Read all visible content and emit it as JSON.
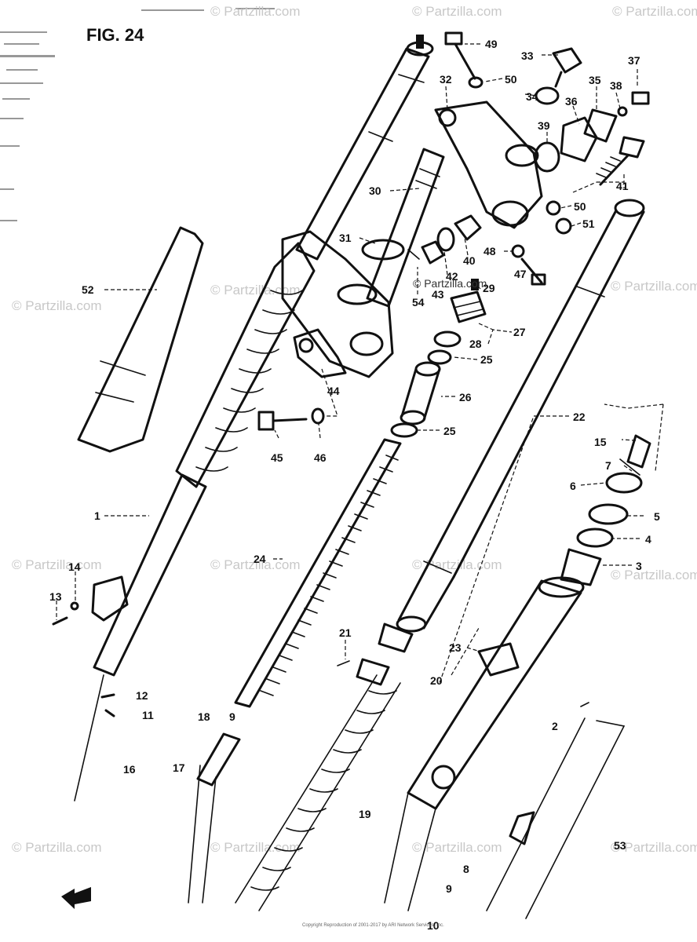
{
  "figure": {
    "title": "FIG. 24",
    "copyright_mark": "© Partzilla.com",
    "watermark": "© Partzilla.com",
    "footer": "Copyright  Reproduction of 2001-2017 by ARI Network Services, Inc."
  },
  "callouts": [
    {
      "id": "49",
      "label": "49"
    },
    {
      "id": "33",
      "label": "33"
    },
    {
      "id": "37",
      "label": "37"
    },
    {
      "id": "50a",
      "label": "50"
    },
    {
      "id": "34",
      "label": "34"
    },
    {
      "id": "35",
      "label": "35"
    },
    {
      "id": "38",
      "label": "38"
    },
    {
      "id": "32",
      "label": "32"
    },
    {
      "id": "36",
      "label": "36"
    },
    {
      "id": "39",
      "label": "39"
    },
    {
      "id": "30",
      "label": "30"
    },
    {
      "id": "41",
      "label": "41"
    },
    {
      "id": "50b",
      "label": "50"
    },
    {
      "id": "51",
      "label": "51"
    },
    {
      "id": "31",
      "label": "31"
    },
    {
      "id": "40",
      "label": "40"
    },
    {
      "id": "48",
      "label": "48"
    },
    {
      "id": "42",
      "label": "42"
    },
    {
      "id": "47",
      "label": "47"
    },
    {
      "id": "52",
      "label": "52"
    },
    {
      "id": "54",
      "label": "54"
    },
    {
      "id": "43",
      "label": "43"
    },
    {
      "id": "29",
      "label": "29"
    },
    {
      "id": "28",
      "label": "28"
    },
    {
      "id": "27",
      "label": "27"
    },
    {
      "id": "25a",
      "label": "25"
    },
    {
      "id": "44",
      "label": "44"
    },
    {
      "id": "26",
      "label": "26"
    },
    {
      "id": "22",
      "label": "22"
    },
    {
      "id": "25b",
      "label": "25"
    },
    {
      "id": "45",
      "label": "45"
    },
    {
      "id": "46",
      "label": "46"
    },
    {
      "id": "15",
      "label": "15"
    },
    {
      "id": "7",
      "label": "7"
    },
    {
      "id": "6",
      "label": "6"
    },
    {
      "id": "5",
      "label": "5"
    },
    {
      "id": "1",
      "label": "1"
    },
    {
      "id": "4",
      "label": "4"
    },
    {
      "id": "24",
      "label": "24"
    },
    {
      "id": "3",
      "label": "3"
    },
    {
      "id": "14",
      "label": "14"
    },
    {
      "id": "13",
      "label": "13"
    },
    {
      "id": "21",
      "label": "21"
    },
    {
      "id": "23",
      "label": "23"
    },
    {
      "id": "20",
      "label": "20"
    },
    {
      "id": "12",
      "label": "12"
    },
    {
      "id": "11",
      "label": "11"
    },
    {
      "id": "18",
      "label": "18"
    },
    {
      "id": "9a",
      "label": "9"
    },
    {
      "id": "2",
      "label": "2"
    },
    {
      "id": "16",
      "label": "16"
    },
    {
      "id": "17",
      "label": "17"
    },
    {
      "id": "19",
      "label": "19"
    },
    {
      "id": "53",
      "label": "53"
    },
    {
      "id": "8",
      "label": "8"
    },
    {
      "id": "9b",
      "label": "9"
    },
    {
      "id": "10",
      "label": "10"
    }
  ]
}
